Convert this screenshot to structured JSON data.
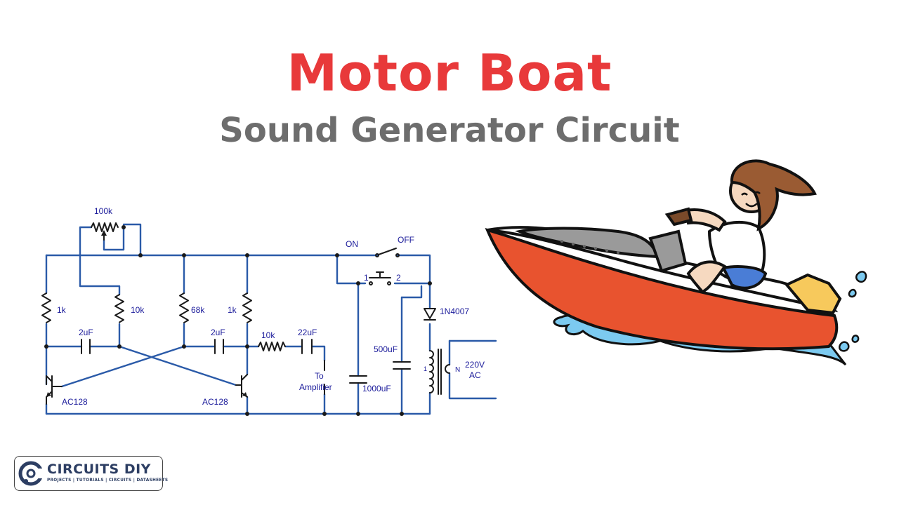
{
  "title": "Motor Boat",
  "subtitle": "Sound Generator Circuit",
  "circuit": {
    "pot": "100k",
    "r1": "1k",
    "r2": "10k",
    "r3": "68k",
    "r4": "1k",
    "c1": "2uF",
    "c2": "2uF",
    "r5": "10k",
    "c3": "22uF",
    "q1": "AC128",
    "q2": "AC128",
    "output_line1": "To",
    "output_line2": "Amplifier",
    "switch_on": "ON",
    "switch_off": "OFF",
    "pb_1": "1",
    "pb_2": "2",
    "c_filter": "1000uF",
    "c_500": "500uF",
    "diode": "1N4007",
    "xfmr_1": "1",
    "xfmr_n": "N",
    "mains_line1": "220V",
    "mains_line2": "AC"
  },
  "logo": {
    "name": "CIRCUITS DIY",
    "tagline": "PROJECTS | TUTORIALS | CIRCUITS | DATASHEETS"
  }
}
